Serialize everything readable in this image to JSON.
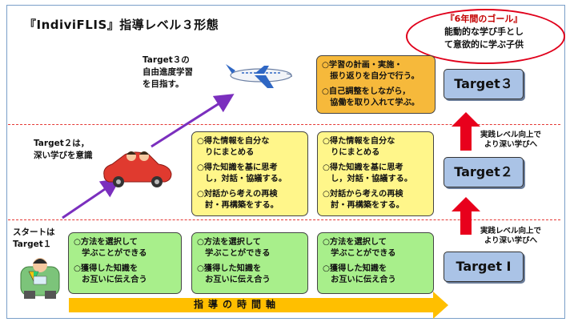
{
  "title": "『IndiviFLIS』指導レベル３形態",
  "goal": {
    "title": "『6年間のゴール』",
    "line1": "能動的な学び手とし",
    "line2": "て意欲的に学ぶ子供"
  },
  "left_labels": {
    "target3": "Target３の\n自由進度学習\nを目指す。",
    "target2": "Target２は，\n深い学びを意識",
    "start": "スタートは\nTarget１"
  },
  "boxes": {
    "orange": [
      "○学習の計画・実施・\n　振り返りを自分で行う。",
      "○自己調整をしながら，\n　協働を取り入れて学ぶ。"
    ],
    "yellow": [
      "○得た情報を自分な\n　りにまとめる",
      "○得た知識を基に思考\n　し，対話・協議する。",
      "○対話から考えの再検\n　討・再構築をする。"
    ],
    "green": [
      "○方法を選択して\n　学ぶことができる",
      "○獲得した知識を\n　お互いに伝え合う"
    ]
  },
  "targets": {
    "t3": "Target３",
    "t2": "Target２",
    "t1": "Target Ⅰ"
  },
  "level_up_note": {
    "line1": "実践レベル向上で",
    "line2": "より深い学びへ"
  },
  "axis_label": "指導の時間軸",
  "colors": {
    "orange": "#f6b93b",
    "yellow": "#fff68a",
    "green": "#a8ef8b",
    "target": "#aac3e6",
    "red_arrow": "#e8001c",
    "purple_arrow": "#7b2fbe",
    "axis_arrow": "#ffbf00"
  },
  "icons": [
    "airplane-icon",
    "car-icon",
    "beginner-driver-icon"
  ]
}
